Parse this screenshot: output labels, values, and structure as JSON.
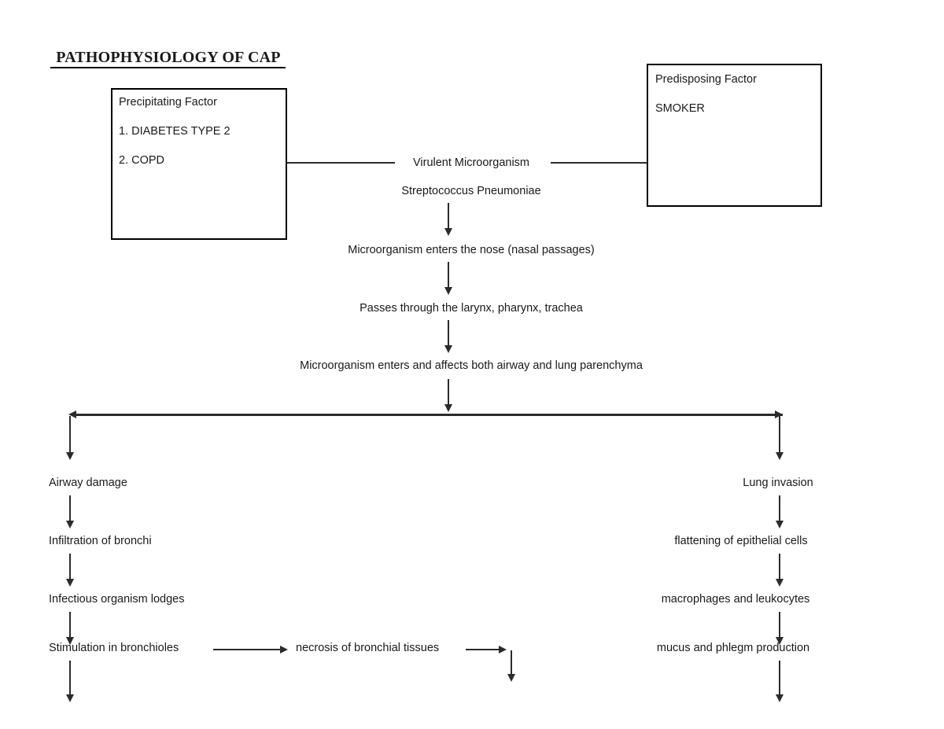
{
  "document": {
    "title": " PATHOPHYSIOLOGY OF CAP "
  },
  "boxes": {
    "precipitating": {
      "heading": "Precipitating Factor",
      "items": [
        "1. DIABETES TYPE 2",
        "2. COPD"
      ]
    },
    "predisposing": {
      "heading": "Predisposing Factor",
      "items": [
        "SMOKER"
      ]
    }
  },
  "flow": {
    "pathogen_label": "Virulent Microorganism",
    "pathogen_name": "Streptococcus Pneumoniae",
    "step_nose": "Microorganism enters the nose (nasal passages)",
    "step_airway_passage": "Passes through the larynx, pharynx, trachea",
    "step_split": "Microorganism enters and affects both airway and lung parenchyma"
  },
  "left_branch": {
    "steps": [
      "Airway damage",
      "Infiltration of bronchi",
      "Infectious organism lodges",
      "Stimulation in bronchioles"
    ]
  },
  "middle_branch": {
    "step": "necrosis of bronchial tissues"
  },
  "right_branch": {
    "steps": [
      "Lung invasion",
      "flattening of epithelial cells",
      "macrophages and leukocytes",
      "mucus and phlegm production"
    ]
  },
  "colors": {
    "ink": "#1a1a1a",
    "stroke": "#2b2b2b",
    "box_border": "#000000",
    "background": "#ffffff"
  }
}
